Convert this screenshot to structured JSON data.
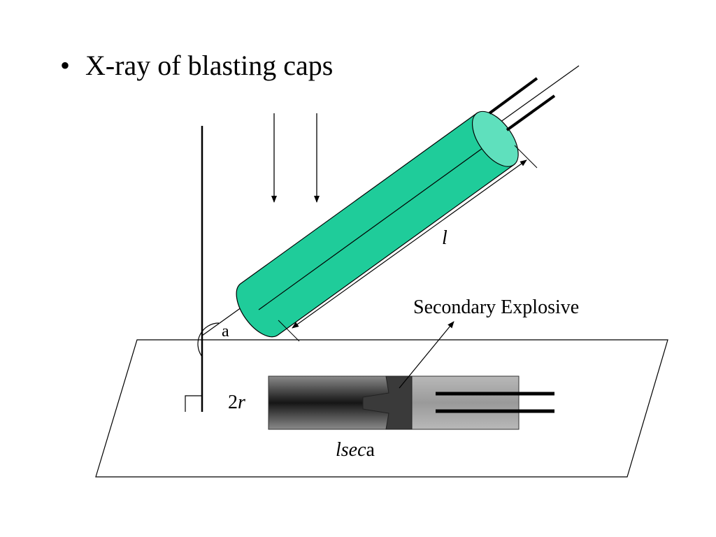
{
  "slide": {
    "bullet_marker": "•",
    "bullet_text": "X-ray of blasting caps"
  },
  "diagram": {
    "label_length": "l",
    "label_angle": "a",
    "label_secondary_explosive": "Secondary Explosive",
    "label_diameter_num": "2",
    "label_diameter_var": "r",
    "label_projection_italic": "lsec",
    "label_projection_plain": "a",
    "colors": {
      "cap_body": "#1fcc9a",
      "cap_end": "#5fe0bd",
      "projection_dark": "#2a2a2a",
      "projection_light": "#9a9a9a"
    }
  }
}
